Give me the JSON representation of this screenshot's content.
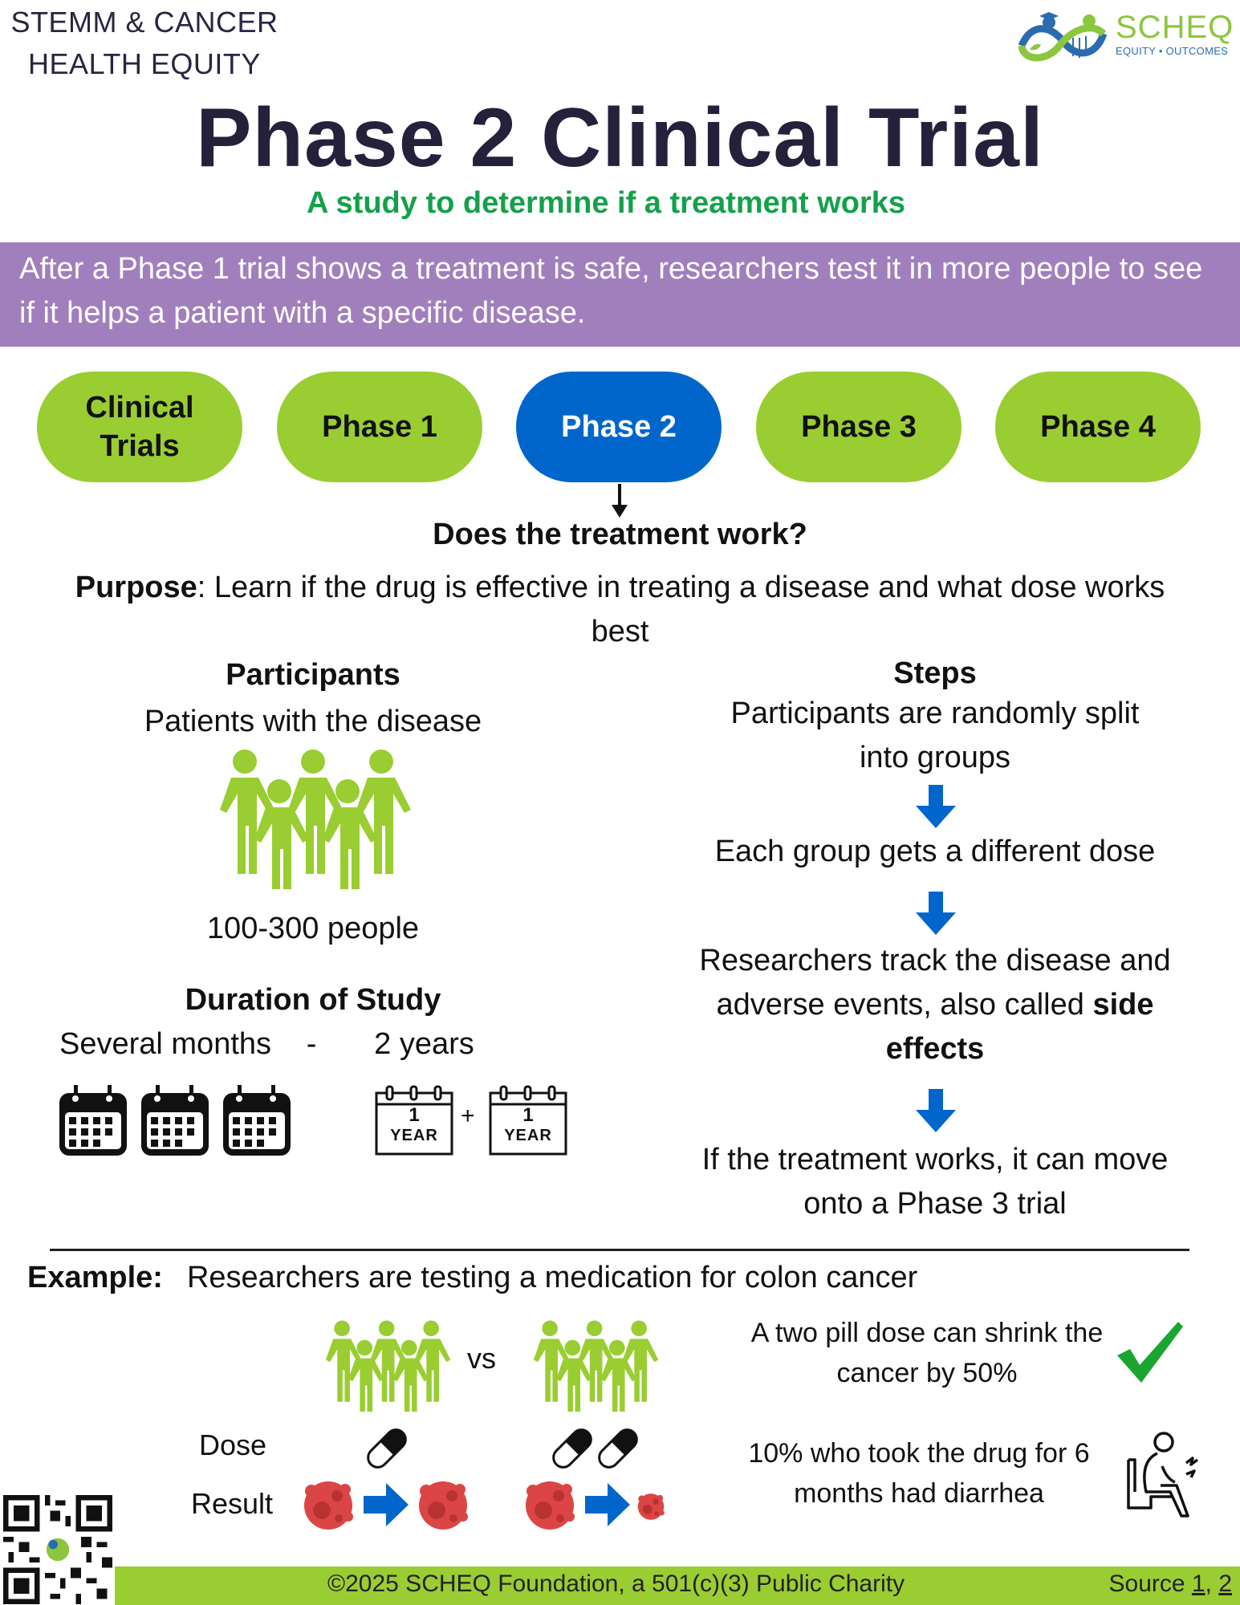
{
  "header": {
    "org_line1": "STEMM & CANCER",
    "org_line2": "HEALTH EQUITY",
    "logo_name": "SCHEQ",
    "logo_tagline": "EQUITY • OUTCOMES"
  },
  "title": "Phase 2 Clinical Trial",
  "subtitle": "A study to determine if a treatment works",
  "intro": "After a Phase 1 trial shows a treatment is safe, researchers test it in more people to see if it helps a patient with a specific disease.",
  "phases": [
    {
      "line1": "Clinical",
      "line2": "Trials",
      "active": false
    },
    {
      "line1": "Phase 1",
      "line2": "",
      "active": false
    },
    {
      "line1": "Phase 2",
      "line2": "",
      "active": true
    },
    {
      "line1": "Phase 3",
      "line2": "",
      "active": false
    },
    {
      "line1": "Phase 4",
      "line2": "",
      "active": false
    }
  ],
  "question": "Does the treatment work?",
  "purpose": {
    "label": "Purpose",
    "text": ": Learn if the drug is effective in treating a disease and what dose works best"
  },
  "participants": {
    "heading": "Participants",
    "description": "Patients with the disease",
    "count": "100-300 people"
  },
  "duration": {
    "heading": "Duration of Study",
    "min": "Several months",
    "separator": "-",
    "max": "2 years",
    "year_badge_number": "1",
    "year_badge_label": "YEAR",
    "plus": "+"
  },
  "steps": {
    "heading": "Steps",
    "items": [
      "Participants are randomly split into groups",
      "Each group gets a different dose",
      "Researchers track the disease and adverse events, also called",
      "If the treatment works, it can move onto a Phase 3 trial"
    ],
    "step3_bold": "side effects"
  },
  "example": {
    "label": "Example:",
    "text": "Researchers are testing a medication for colon cancer",
    "vs": "vs",
    "dose_label": "Dose",
    "result_label": "Result",
    "group1_pills": 1,
    "group2_pills": 2,
    "outcome1": "A two pill dose can shrink the cancer by 50%",
    "outcome2": "10% who took the drug for 6 months had diarrhea"
  },
  "colors": {
    "green": "#9acd32",
    "blue": "#0066cc",
    "purple": "#a17fbd",
    "title": "#25213b",
    "subtitle_green": "#14a04b",
    "tumor_red": "#dc4545",
    "check_green": "#1aa531"
  },
  "footer": {
    "copyright": "©2025 SCHEQ Foundation, a 501(c)(3) Public Charity",
    "source_label": "Source",
    "source_links": [
      "1",
      "2"
    ]
  }
}
